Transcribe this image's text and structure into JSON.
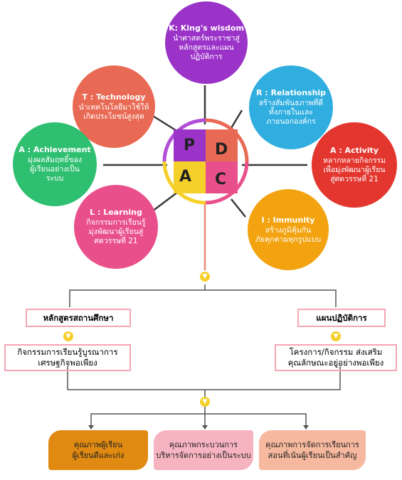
{
  "center": {
    "p": "P",
    "d": "D",
    "a": "A",
    "c": "C"
  },
  "nodes": {
    "king": {
      "title": "K: King's wisdom",
      "body": "นำศาสตร์พระราชาสู่\nหลักสูตรและแผน\nปฏิบัติการ",
      "color": "#9b33c9"
    },
    "tech": {
      "title": "T : Technology",
      "body": "นำเทคโนโลยีมาใช้ให้\nเกิดประโยชน์สูงสุด",
      "color": "#e96a54"
    },
    "relationship": {
      "title": "R : Relationship",
      "body": "สร้างสัมพันธภาพที่ดี\nทั้งภายในและ\nภายนอกองค์กร",
      "color": "#31aee0"
    },
    "achievement": {
      "title": "A : Achievement",
      "body": "มุ่งผลสัมฤทธิ์ของ\nผู้เรียนอย่างเป็น\nระบบ",
      "color": "#2fbf71"
    },
    "activity": {
      "title": "A : Activity",
      "body": "หลากหลายกิจกรรม\nเพื่อมุ่งพัฒนาผู้เรียน\nสู่ศตวรรษที่ 21",
      "color": "#e3362f"
    },
    "learning": {
      "title": "L : Learning",
      "body": "กิจกรรมการเรียนรู้\nมุ่งพัฒนาผู้เรียนสู่\nศตวรรษที่ 21",
      "color": "#e9508b"
    },
    "immunity": {
      "title": "I : Immunity",
      "body": "สร้างภูมิคุ้มกัน\nภัยคุกคามทุกรูปแบบ",
      "color": "#f2a30f"
    }
  },
  "left_branch": {
    "header": "หลักสูตรสถานศึกษา",
    "detail": "กิจกรรมการเรียนรู้บูรณาการ\nเศรษฐกิจพอเพียง"
  },
  "right_branch": {
    "header": "แผนปฏิบัติการ",
    "detail": "โครงการ/กิจกรรม ส่งเสริม\nคุณลักษณะอยู่อย่างพอเพียง"
  },
  "outcomes": [
    {
      "text": "คุณภาพผู้เรียน\nผู้เรียนดีและเก่ง",
      "color": "#e08a12"
    },
    {
      "text": "คุณภาพกระบวนการ\nบริหารจัดการอย่างเป็นระบบ",
      "color": "#f6b3c0"
    },
    {
      "text": "คุณภาพการจัดการเรียนการ\nสอนที่เน้นผู้เรียนเป็นสำคัญ",
      "color": "#f6b89e"
    }
  ]
}
